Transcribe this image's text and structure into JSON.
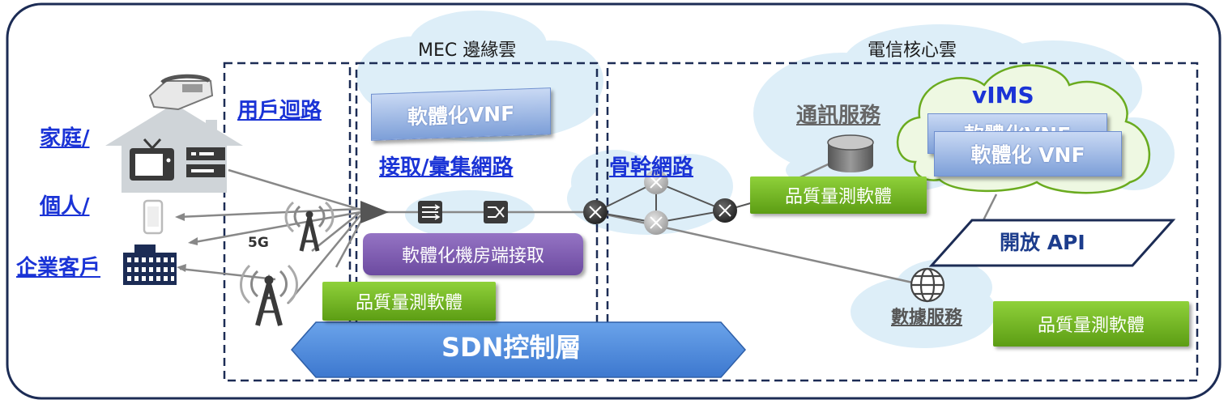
{
  "zones": {
    "mec_title": "MEC 邊緣雲",
    "core_title": "電信核心雲"
  },
  "labels": {
    "home": "家庭/",
    "personal": "個人/",
    "enterprise": "企業客戶",
    "user_loop": "用戶迴路",
    "access_network": "接取/彙集網路",
    "backbone": "骨幹網路",
    "five_g": "5G",
    "comm_service": "通訊服務",
    "data_service": "數據服務",
    "vims": "vIMS"
  },
  "boxes": {
    "vnf_mec": "軟體化VNF",
    "vnf_back": "軟體化VNF",
    "vnf_front": "軟體化 VNF",
    "edge_access": "軟體化機房端接取",
    "quality_access": "品質量測軟體",
    "quality_core": "品質量測軟體",
    "quality_data": "品質量測軟體",
    "open_api": "開放 API",
    "sdn": "SDN控制層"
  },
  "colors": {
    "link_blue": "#1a33d6",
    "frame": "#1c2c55",
    "green": "#6aab1f",
    "purple": "#7a55ad",
    "sdn": "#4a86d8",
    "cloud": "#ddeef8"
  },
  "icons": [
    "telephone-icon",
    "house-icon",
    "tv-icon",
    "modem-icon",
    "smartphone-icon",
    "building-icon",
    "cell-tower-icon",
    "switch-icon",
    "router-icon",
    "database-icon",
    "globe-icon"
  ]
}
